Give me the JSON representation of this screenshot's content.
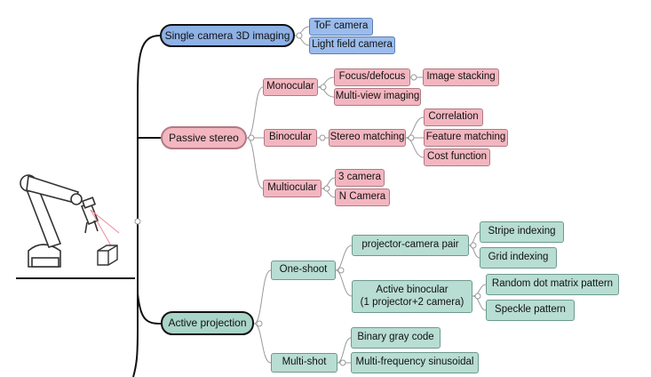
{
  "nodes": {
    "single_camera": "Single camera 3D imaging",
    "tof": "ToF camera",
    "light_field": "Light field camera",
    "passive_stereo": "Passive stereo",
    "monocular": "Monocular",
    "focus_defocus": "Focus/defocus",
    "image_stacking": "Image stacking",
    "multi_view": "Multi-view imaging",
    "binocular": "Binocular",
    "stereo_matching": "Stereo matching",
    "correlation": "Correlation",
    "feature_matching": "Feature matching",
    "cost_function": "Cost function",
    "multiocular": "Multiocular",
    "three_camera": "3 camera",
    "n_camera": "N Camera",
    "active_projection": "Active projection",
    "one_shot": "One-shoot",
    "projector_camera_pair": "projector-camera pair",
    "stripe_indexing": "Stripe indexing",
    "grid_indexing": "Grid indexing",
    "active_binocular_line1": "Active binocular",
    "active_binocular_line2": "(1 projector+2 camera)",
    "random_dot": "Random dot matrix pattern",
    "speckle": "Speckle pattern",
    "multi_shot": "Multi-shot",
    "binary_gray": "Binary gray code",
    "multi_freq": "Multi-frequency sinusoidal"
  },
  "colors": {
    "blue": "#8eb1e6",
    "pink": "#f3b6c0",
    "green": "#b8ddd2",
    "line": "#111111"
  },
  "icons": [
    "robot-arm-icon",
    "cube-icon"
  ]
}
